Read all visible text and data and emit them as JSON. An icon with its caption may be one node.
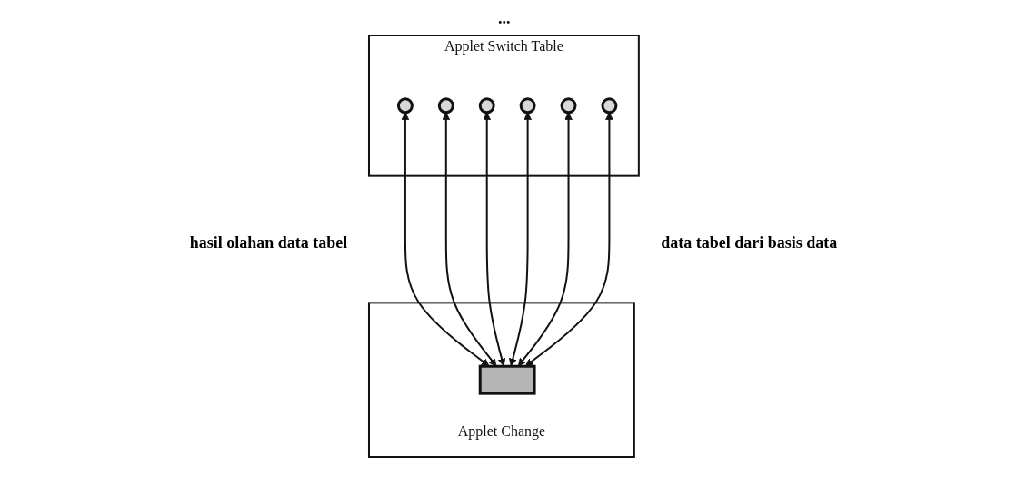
{
  "diagram": {
    "nodes": [
      {
        "text": [
          "Applet Switch Table"
        ]
      },
      {
        "text": [],
        "shape": "circle",
        "in": 0
      },
      {
        "text": [],
        "shape": "circle",
        "in": 0
      },
      {
        "text": [],
        "shape": "circle",
        "in": 0
      },
      {
        "text": [],
        "shape": "circle",
        "in": 0
      },
      {
        "text": [],
        "shape": "circle",
        "in": 0
      },
      {
        "text": [],
        "shape": "circle",
        "in": 0
      },
      {
        "text": [
          "Applet Change"
        ]
      },
      {
        "text": [],
        "shape": "bar",
        "in": 7
      }
    ],
    "edges": [
      {
        "from": 8,
        "to": 1,
        "arrow": "both"
      },
      {
        "from": 8,
        "to": 2,
        "arrow": "both"
      },
      {
        "from": 8,
        "to": 3,
        "arrow": "both"
      },
      {
        "from": 8,
        "to": 4,
        "arrow": "both"
      },
      {
        "from": 8,
        "to": 5,
        "arrow": "both"
      },
      {
        "from": 8,
        "to": 6,
        "arrow": "both"
      }
    ],
    "labels": [
      "...",
      "hasil olahan data tabel",
      "data tabel dari basis data"
    ]
  }
}
